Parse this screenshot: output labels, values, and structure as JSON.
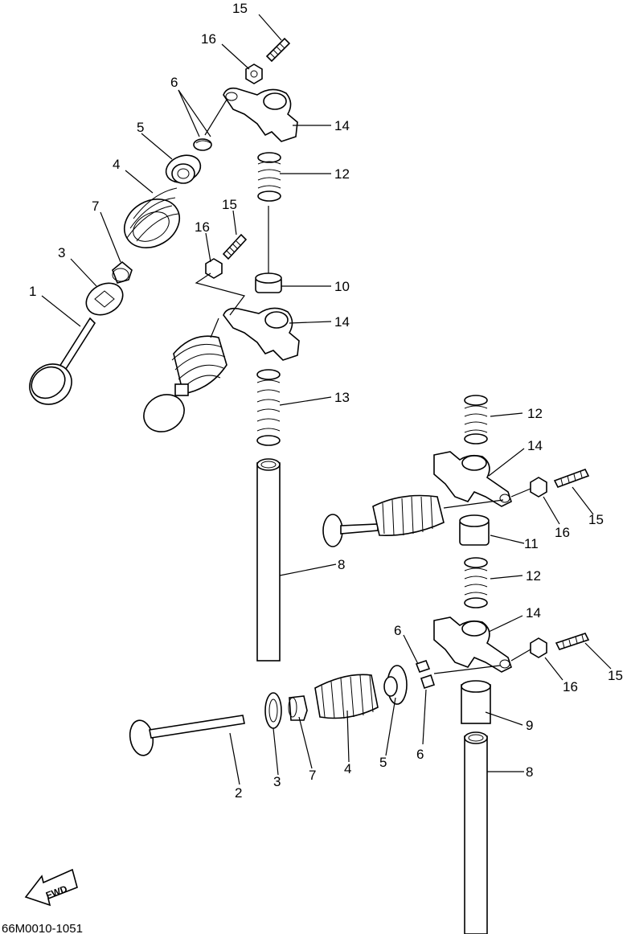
{
  "diagram": {
    "part_numbers": [
      "1",
      "2",
      "3",
      "4",
      "5",
      "6",
      "7",
      "8",
      "9",
      "10",
      "11",
      "12",
      "13",
      "14",
      "15",
      "16"
    ],
    "drawing_code": "66M0010-1051",
    "fwd_label": "FWD",
    "colors": {
      "line": "#000000",
      "background": "#ffffff"
    }
  }
}
